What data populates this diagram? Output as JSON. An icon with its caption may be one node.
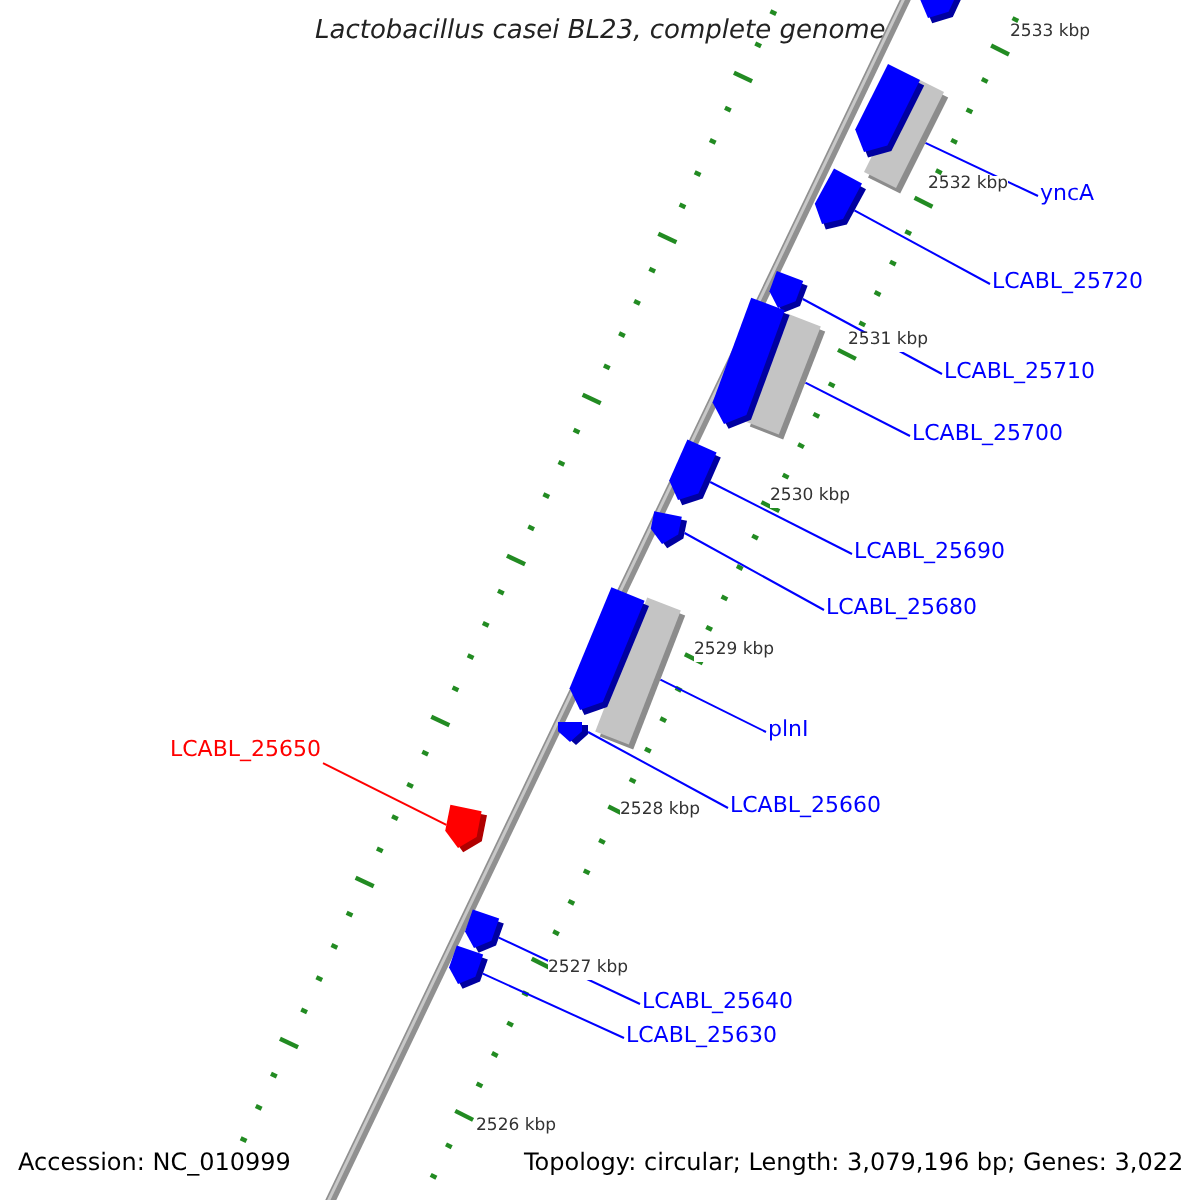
{
  "diagram": {
    "title": "Lactobacillus casei BL23, complete genome",
    "nodes": [
      {
        "text": [
          "yncA"
        ]
      },
      {
        "text": [],
        "shape": "bar"
      },
      {
        "text": [
          "LCABL_25720"
        ]
      },
      {
        "text": [],
        "shape": "pentagon"
      },
      {
        "text": [
          "LCABL_25710"
        ]
      },
      {
        "text": [],
        "shape": "pentagon"
      },
      {
        "text": [
          "LCABL_25700"
        ]
      },
      {
        "text": [],
        "shape": "bar"
      },
      {
        "text": [
          "LCABL_25690"
        ]
      },
      {
        "text": [],
        "shape": "pentagon"
      },
      {
        "text": [
          "LCABL_25680"
        ]
      },
      {
        "text": [],
        "shape": "pentagon"
      },
      {
        "text": [
          "plnI"
        ]
      },
      {
        "text": [],
        "shape": "bar"
      },
      {
        "text": [
          "LCABL_25660"
        ]
      },
      {
        "text": [],
        "shape": "pentagon"
      },
      {
        "text": [
          "LCABL_25650"
        ]
      },
      {
        "text": [],
        "shape": "pentagon"
      },
      {
        "text": [
          "LCABL_25640"
        ]
      },
      {
        "text": [],
        "shape": "pentagon"
      },
      {
        "text": [
          "LCABL_25630"
        ]
      },
      {
        "text": [],
        "shape": "pentagon"
      },
      {
        "text": [],
        "shape": "pentagon"
      },
      {
        "text": [],
        "shape": "pentagon"
      },
      {
        "text": [],
        "shape": "pentagon"
      },
      {
        "text": [],
        "shape": "pentagon"
      }
    ],
    "edges": [
      {
        "from": 0,
        "to": 1,
        "arrow": "none"
      },
      {
        "from": 2,
        "to": 3,
        "arrow": "none"
      },
      {
        "from": 4,
        "to": 5,
        "arrow": "none"
      },
      {
        "from": 6,
        "to": 7,
        "arrow": "none"
      },
      {
        "from": 8,
        "to": 9,
        "arrow": "none"
      },
      {
        "from": 10,
        "to": 11,
        "arrow": "none"
      },
      {
        "from": 12,
        "to": 13,
        "arrow": "none"
      },
      {
        "from": 14,
        "to": 15,
        "arrow": "none"
      },
      {
        "from": 16,
        "to": 17,
        "arrow": "none",
        "color": "#ff0000"
      },
      {
        "from": 18,
        "to": 19,
        "arrow": "none"
      },
      {
        "from": 20,
        "to": 21,
        "arrow": "none"
      }
    ],
    "labels": [
      "2533 kbp",
      "2532 kbp",
      "2531 kbp",
      "2530 kbp",
      "2529 kbp",
      "2528 kbp",
      "2527 kbp",
      "2526 kbp",
      "Accession: NC_010999",
      "Topology: circular; Length: 3,079,196 bp; Genes: 3,022"
    ]
  }
}
